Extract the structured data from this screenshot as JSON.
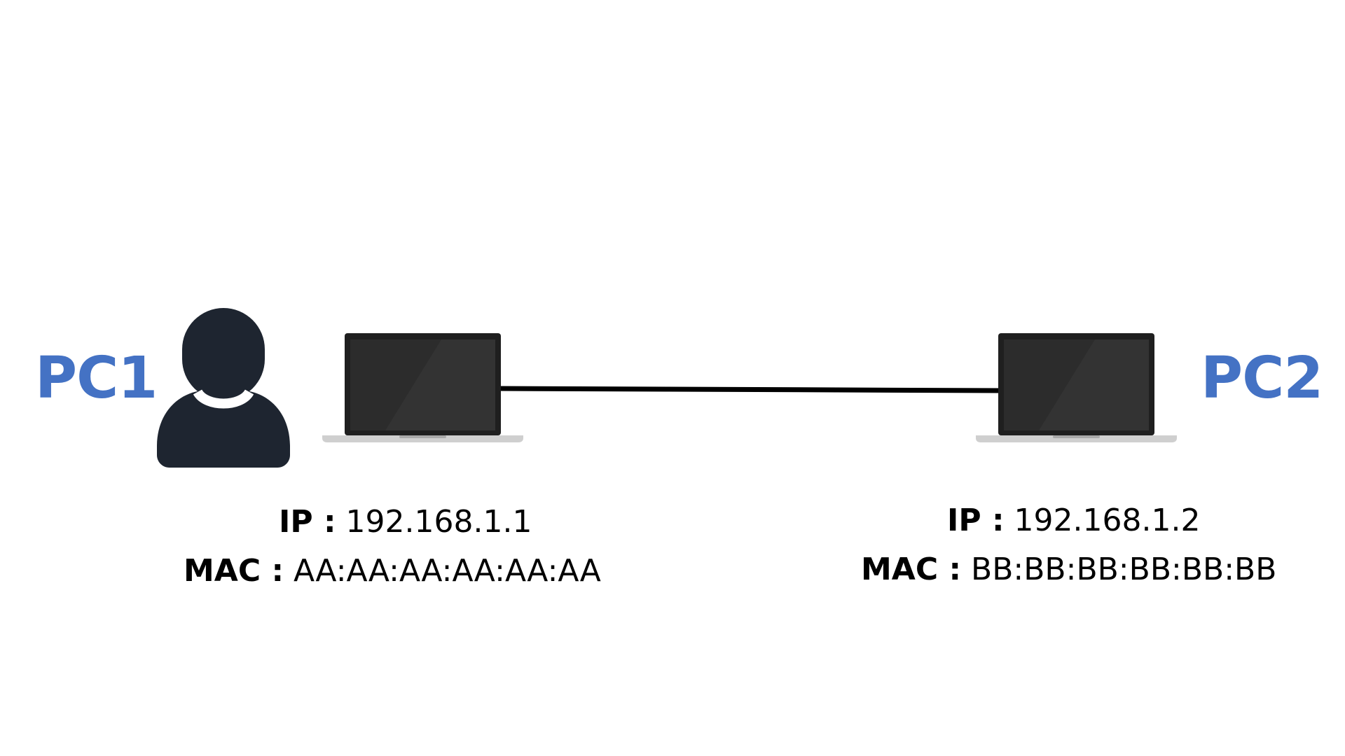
{
  "theme": {
    "accent": "#4472c4",
    "icon_dark": "#1e2530",
    "cable": "#000000"
  },
  "pc1": {
    "label": "PC1",
    "ip_key": "IP :",
    "ip": "192.168.1.1",
    "mac_key": "MAC :",
    "mac": "AA:AA:AA:AA:AA:AA",
    "icon": "user-icon",
    "device_icon": "laptop-icon"
  },
  "pc2": {
    "label": "PC2",
    "ip_key": "IP :",
    "ip": "192.168.1.2",
    "mac_key": "MAC :",
    "mac": "BB:BB:BB:BB:BB:BB",
    "device_icon": "laptop-icon"
  },
  "connection": {
    "type": "cable-link"
  }
}
